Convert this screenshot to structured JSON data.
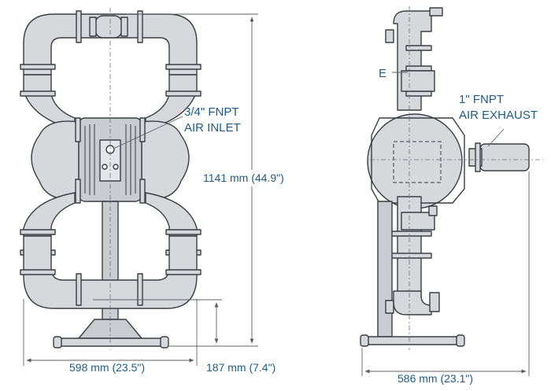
{
  "colors": {
    "fill": "#d6d8dc",
    "fill_dark": "#b9bcc2",
    "outline": "#3a3d42",
    "label": "#1f5b86",
    "dim_line": "#5c6066"
  },
  "front_view": {
    "air_inlet_label_line1": "3/4\" FNPT",
    "air_inlet_label_line2": "AIR INLET",
    "height_dimension": "1141 mm (44.9\")",
    "width_dimension": "598 mm (23.5\")",
    "inlet_height_dimension": "187 mm (7.4\")"
  },
  "side_view": {
    "port_label": "E",
    "air_exhaust_label_line1": "1\" FNPT",
    "air_exhaust_label_line2": "AIR EXHAUST",
    "depth_dimension": "586 mm (23.1\")"
  }
}
